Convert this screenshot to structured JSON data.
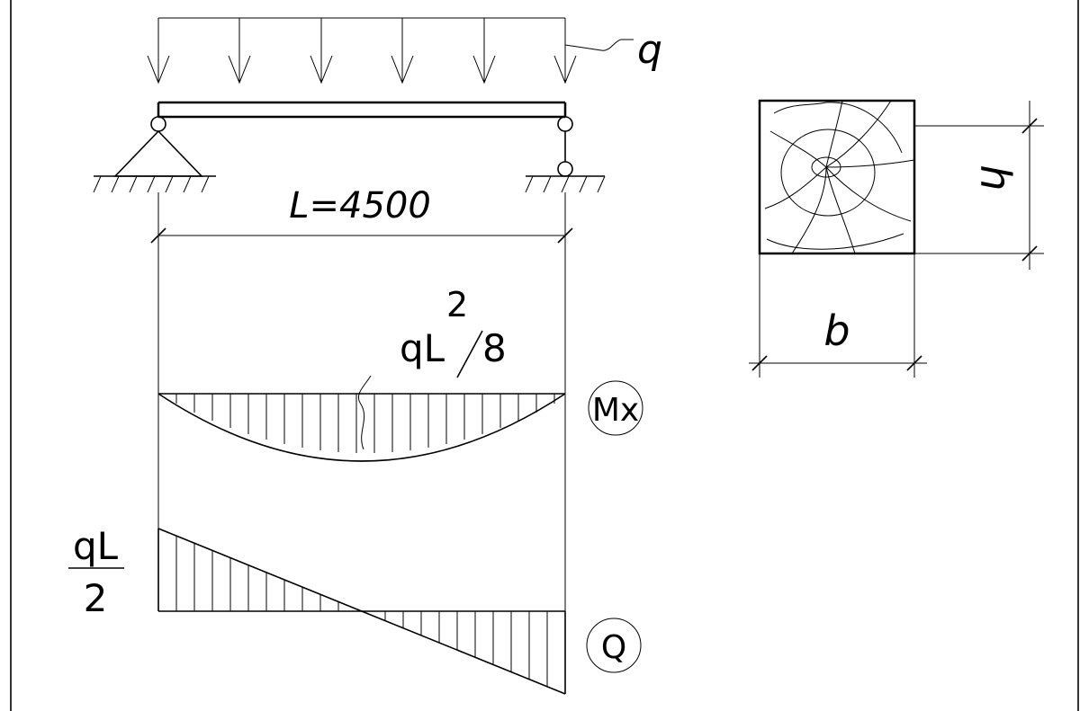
{
  "labels": {
    "load": "q",
    "span": "L=4500",
    "moment_value_num": "qL",
    "moment_value_exp": "2",
    "moment_value_den": "8",
    "moment_diagram": "Mx",
    "shear_value_num": "qL",
    "shear_value_den": "2",
    "shear_diagram": "Q",
    "section_height": "h",
    "section_width": "b"
  }
}
